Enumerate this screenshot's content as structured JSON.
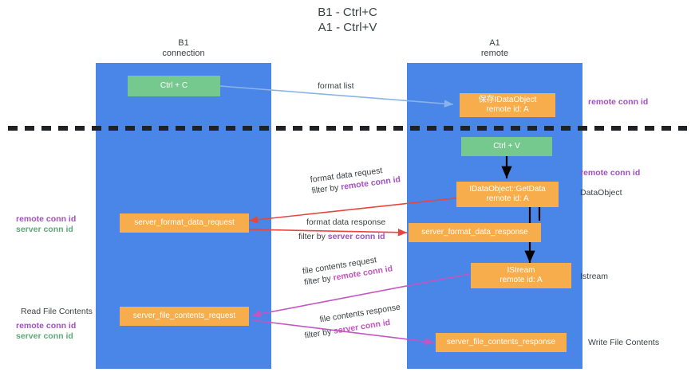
{
  "title": {
    "line1": "B1 - Ctrl+C",
    "line2": "A1 - Ctrl+V"
  },
  "columns": [
    {
      "name": "b1",
      "head_line1": "B1",
      "head_line2": "connection"
    },
    {
      "name": "a1",
      "head_line1": "A1",
      "head_line2": "remote"
    }
  ],
  "colors": {
    "lane": "#4a86e8",
    "green_box": "#76c98e",
    "orange_box": "#f8ad4c",
    "purple_text": "#a24fc4",
    "green_text": "#5fa878",
    "red_arrow": "#e8453c",
    "magenta_arrow": "#c455c0",
    "blue_arrow": "#8ab4e8",
    "black_arrow": "#000000",
    "divider": "#202124"
  },
  "boxes": [
    {
      "id": "ctrl-c",
      "label": "Ctrl + C",
      "sub": "",
      "style": "green"
    },
    {
      "id": "save-idataobject",
      "label": "保存IDataObject",
      "sub": "remote id: A",
      "style": "orange"
    },
    {
      "id": "ctrl-v",
      "label": "Ctrl + V",
      "sub": "",
      "style": "green"
    },
    {
      "id": "getdata",
      "label": "IDataObject::GetData",
      "sub": "remote id: A",
      "style": "orange"
    },
    {
      "id": "server-format-data-request",
      "label": "server_format_data_request",
      "sub": "",
      "style": "orange"
    },
    {
      "id": "server-format-data-response",
      "label": "server_format_data_response",
      "sub": "",
      "style": "orange"
    },
    {
      "id": "istream",
      "label": "IStream",
      "sub": "remote id: A",
      "style": "orange"
    },
    {
      "id": "server-file-contents-request",
      "label": "server_file_contents_request",
      "sub": "",
      "style": "orange"
    },
    {
      "id": "server-file-contents-response",
      "label": "server_file_contents_response",
      "sub": "",
      "style": "orange"
    }
  ],
  "edge_labels": [
    {
      "id": "format-list",
      "text": "format list",
      "filter_prefix": "",
      "filter_key": ""
    },
    {
      "id": "format-data-request",
      "text": "format data request",
      "filter_prefix": "filter by ",
      "filter_key": "remote conn id"
    },
    {
      "id": "format-data-response",
      "text": "format data response",
      "filter_prefix": "filter by ",
      "filter_key": "server conn id"
    },
    {
      "id": "file-contents-request",
      "text": "file contents request",
      "filter_prefix": "filter by ",
      "filter_key": "remote conn id"
    },
    {
      "id": "file-contents-response",
      "text": "file contents response",
      "filter_prefix": "filter by ",
      "filter_key": "server conn id"
    }
  ],
  "right_notes": [
    {
      "id": "remote-conn-id-top",
      "text": "remote conn id",
      "tone": "purple"
    },
    {
      "id": "remote-conn-id-getdata",
      "text": "remote conn id",
      "tone": "purple"
    },
    {
      "id": "dataobject",
      "text": "DataObject",
      "tone": "dark"
    },
    {
      "id": "istream-note",
      "text": "Istream",
      "tone": "dark"
    },
    {
      "id": "write-file-contents",
      "text": "Write File Contents",
      "tone": "dark"
    }
  ],
  "left_notes": [
    {
      "id": "left-remote-conn-id",
      "text": "remote conn id",
      "tone": "purple"
    },
    {
      "id": "left-server-conn-id",
      "text": "server conn id",
      "tone": "green"
    },
    {
      "id": "read-file-contents",
      "text": "Read File Contents",
      "tone": "dark"
    },
    {
      "id": "left-remote-conn-id-2",
      "text": "remote conn id",
      "tone": "purple"
    },
    {
      "id": "left-server-conn-id-2",
      "text": "server conn id",
      "tone": "green"
    }
  ]
}
